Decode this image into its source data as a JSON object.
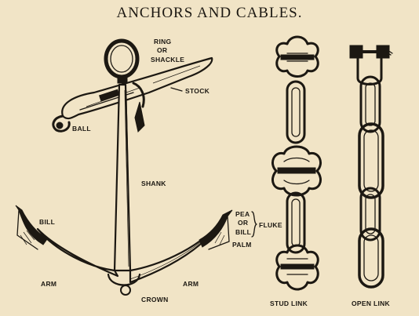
{
  "title": "ANCHORS AND CABLES.",
  "labels": {
    "ring": "RING",
    "or1": "OR",
    "shackle": "SHACKLE",
    "stock": "STOCK",
    "ball": "BALL",
    "shank": "SHANK",
    "bill": "BILL",
    "pea": "PEA",
    "or2": "OR",
    "bill2": "BILL",
    "fluke": "FLUKE",
    "palm": "PALM",
    "arm_left": "ARM",
    "arm_right": "ARM",
    "crown": "CROWN",
    "stud_link": "STUD LINK",
    "open_link": "OPEN LINK"
  }
}
